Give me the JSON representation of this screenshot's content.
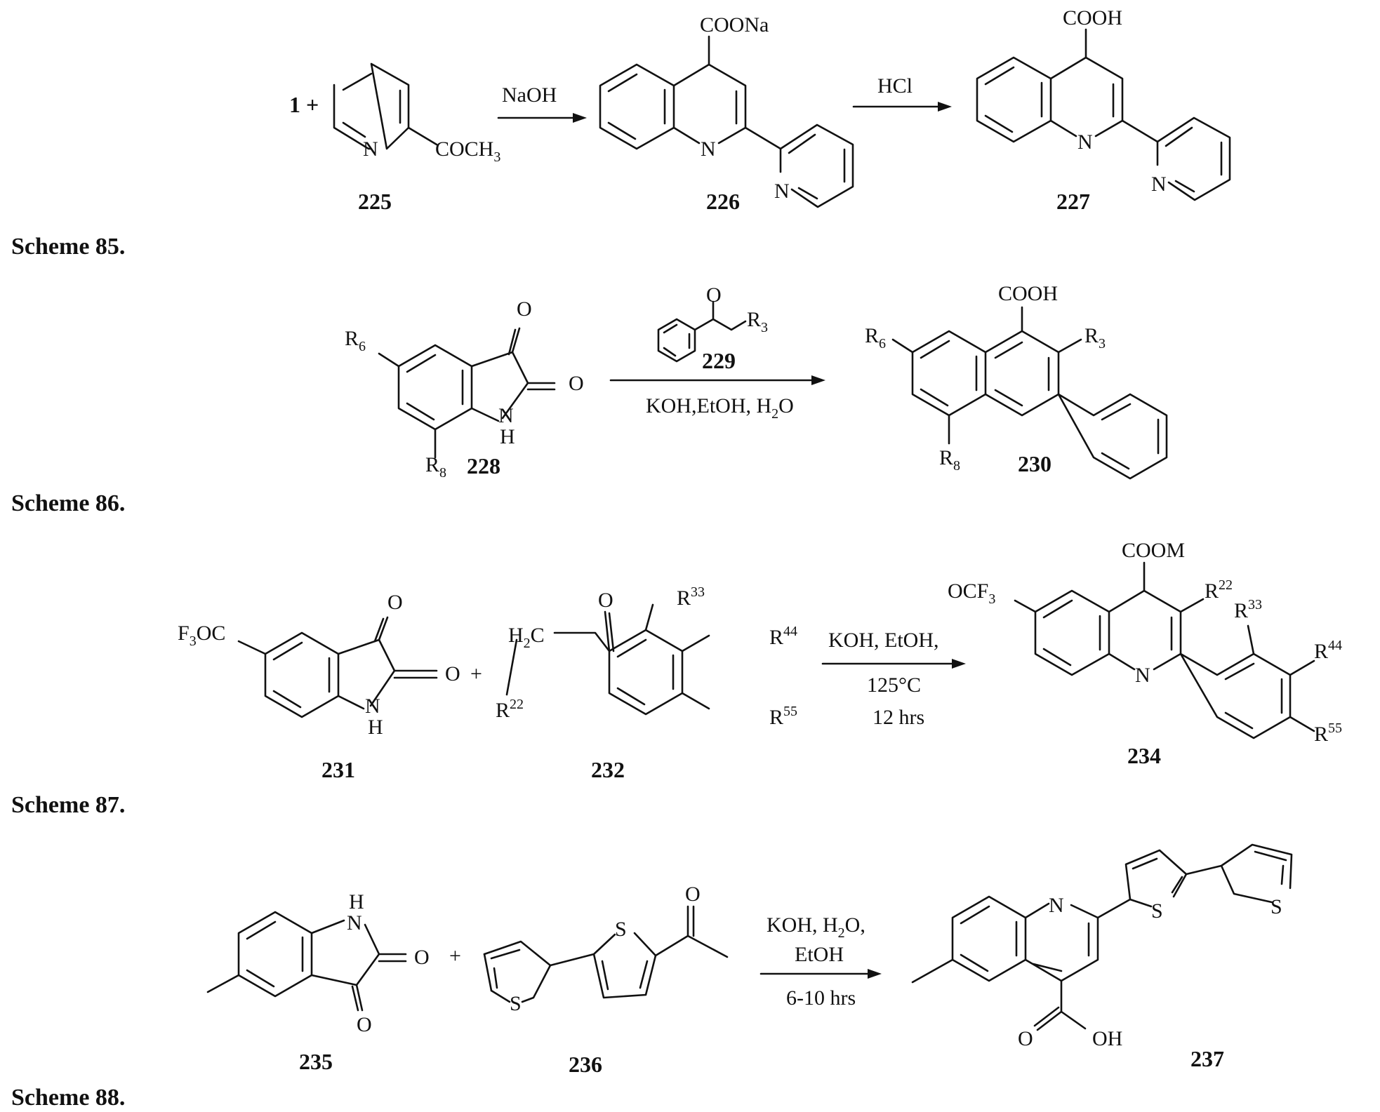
{
  "schemes": [
    {
      "caption": "Scheme 85.",
      "reagents": [
        "NaOH",
        "HCl"
      ],
      "compounds": [
        "225",
        "226",
        "227"
      ],
      "reactant_prefix": "1 +",
      "groups": [
        "COCH",
        "3",
        "COONa",
        "COOH"
      ]
    },
    {
      "caption": "Scheme 86.",
      "reagents": [
        "KOH,EtOH, H",
        "2",
        "O"
      ],
      "compounds": [
        "228",
        "229",
        "230"
      ],
      "groups": [
        "R",
        "6",
        "8",
        "3",
        "COOH"
      ]
    },
    {
      "caption": "Scheme 87.",
      "reagents": [
        "KOH, EtOH,",
        "125°C",
        "12 hrs"
      ],
      "compounds": [
        "231",
        "232",
        "234"
      ],
      "groups": [
        "F",
        "3",
        "OC",
        "H",
        "2",
        "C",
        "22",
        "33",
        "44",
        "55",
        "COOM",
        "OCF"
      ]
    },
    {
      "caption": "Scheme 88.",
      "reagents": [
        "KOH, H",
        "2",
        "O,",
        "EtOH",
        "6-10 hrs"
      ],
      "compounds": [
        "235",
        "236",
        "237"
      ],
      "groups": [
        "OH"
      ]
    }
  ],
  "atoms": {
    "N": "N",
    "O": "O",
    "H": "H",
    "S": "S",
    "plus": "+"
  }
}
